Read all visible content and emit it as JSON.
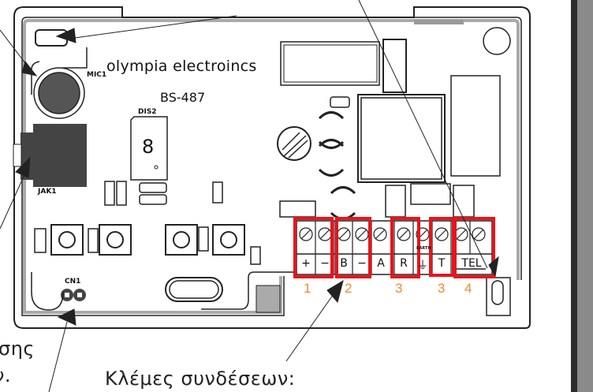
{
  "board": {
    "brand": "olympia electroincs",
    "model": "BS-487",
    "labels": {
      "mic": "MIC1",
      "display": "DIS2",
      "jack": "JAK1",
      "connector": "CN1",
      "earth": "EARTH"
    },
    "display_digit": "8"
  },
  "terminals": [
    "+",
    "−",
    "B",
    "−",
    "A",
    "R",
    "⏚",
    "T",
    "TEL"
  ],
  "terminal_groups": [
    "1",
    "2",
    "3",
    "3",
    "4"
  ],
  "colors": {
    "highlight": "#e8141c",
    "group_number": "#f08a2c",
    "pcb_gray": "#a8a8a8"
  },
  "captions": {
    "terminals_caption": "Κλέμες συνδέσεων:",
    "left_fragment_1": "σης",
    "left_fragment_2": "ν."
  }
}
